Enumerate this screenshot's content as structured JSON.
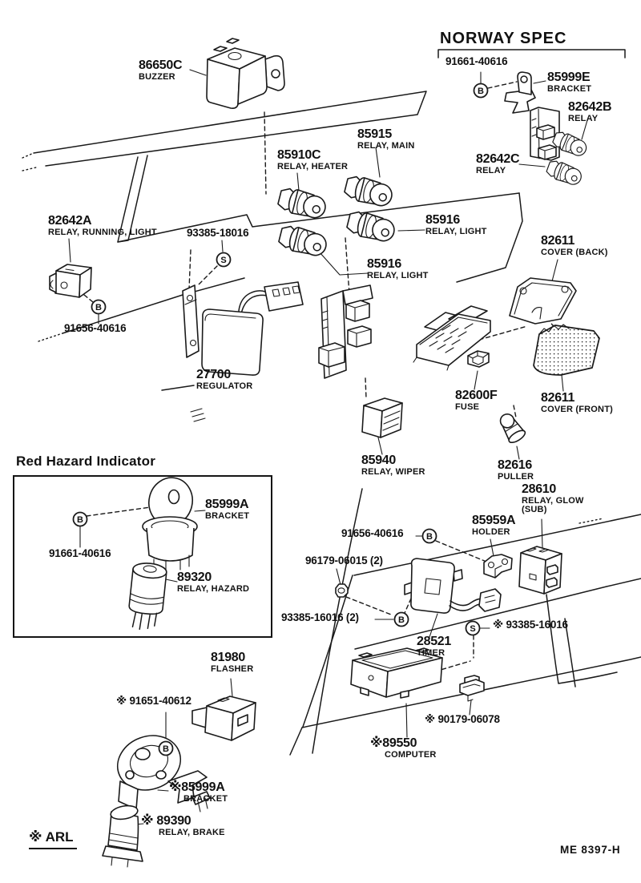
{
  "page": {
    "norway_section_title": "NORWAY SPEC",
    "hazard_box_title": "Red Hazard Indicator",
    "footnote": "※ ARL",
    "doc_code": "ME  8397-H"
  },
  "symbols": {
    "bolt": "B",
    "screw": "S"
  },
  "labels": {
    "buzzer": {
      "number": "86650C",
      "desc": "BUZZER"
    },
    "norway_bolt": {
      "number": "91661-40616"
    },
    "norway_bracket": {
      "number": "85999E",
      "desc": "BRACKET"
    },
    "relay_b": {
      "number": "82642B",
      "desc": "RELAY"
    },
    "relay_c": {
      "number": "82642C",
      "desc": "RELAY"
    },
    "relay_heater": {
      "number": "85910C",
      "desc": "RELAY, HEATER"
    },
    "relay_main": {
      "number": "85915",
      "desc": "RELAY, MAIN"
    },
    "relay_light_right": {
      "number": "85916",
      "desc": "RELAY, LIGHT"
    },
    "relay_light_lower": {
      "number": "85916",
      "desc": "RELAY, LIGHT"
    },
    "relay_running": {
      "number": "82642A",
      "desc": "RELAY, RUNNING, LIGHT"
    },
    "screw_18016": {
      "number": "93385-18016"
    },
    "bolt_40616_left": {
      "number": "91656-40616"
    },
    "regulator": {
      "number": "27700",
      "desc": "REGULATOR"
    },
    "cover_back": {
      "number": "82611",
      "desc": "COVER (BACK)"
    },
    "fuse": {
      "number": "82600F",
      "desc": "FUSE"
    },
    "cover_front": {
      "number": "82611",
      "desc": "COVER (FRONT)"
    },
    "relay_wiper": {
      "number": "85940",
      "desc": "RELAY, WIPER"
    },
    "puller": {
      "number": "82616",
      "desc": "PULLER"
    },
    "relay_glow": {
      "number": "28610",
      "desc": "RELAY, GLOW",
      "desc2": "(SUB)"
    },
    "holder": {
      "number": "85959A",
      "desc": "HOLDER"
    },
    "bolt_40616_mid": {
      "number": "91656-40616"
    },
    "nut_06015": {
      "number": "96179-06015 (2)"
    },
    "screw_16016_2": {
      "number": "93385-16016 (2)"
    },
    "timer": {
      "number": "28521",
      "desc": "TIMER"
    },
    "screw_16016": {
      "number": "※ 93385-16016"
    },
    "hazard_bolt": {
      "number": "91661-40616"
    },
    "hazard_bracket": {
      "number": "85999A",
      "desc": "BRACKET"
    },
    "relay_hazard": {
      "number": "89320",
      "desc": "RELAY, HAZARD"
    },
    "flasher": {
      "number": "81980",
      "desc": "FLASHER"
    },
    "bolt_40612": {
      "number": "※ 91651-40612"
    },
    "brake_bracket": {
      "number": "※85999A",
      "desc": "BRACKET"
    },
    "relay_brake": {
      "number": "※ 89390",
      "desc": "RELAY, BRAKE"
    },
    "computer": {
      "number": "※89550",
      "desc": "COMPUTER"
    },
    "screw_06078": {
      "number": "※ 90179-06078"
    }
  }
}
